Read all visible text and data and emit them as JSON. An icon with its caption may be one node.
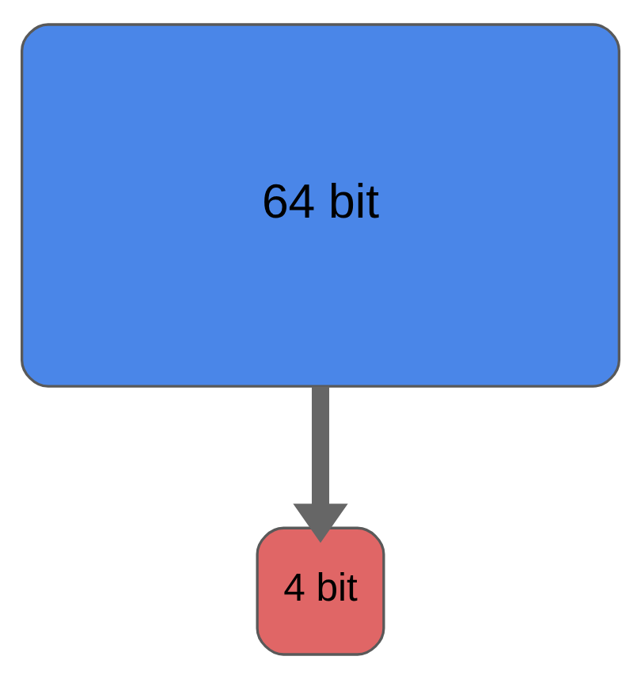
{
  "diagram": {
    "nodes": [
      {
        "text": [
          "64 bit"
        ]
      },
      {
        "text": [
          "4 bit"
        ]
      }
    ],
    "edges": [
      {
        "from": 0,
        "to": 1,
        "arrow": "to"
      }
    ]
  }
}
